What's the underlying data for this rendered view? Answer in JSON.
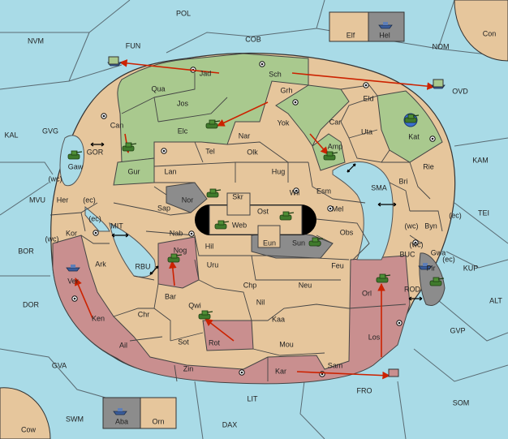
{
  "colors": {
    "sea": "#a9dbe7",
    "land": "#e6c69c",
    "green_power": "#a9c98e",
    "red_power": "#c98f8f",
    "neutral": "#8c8c8c",
    "order_arrow": "#cc2200"
  },
  "sea_labels": [
    "POL",
    "NVM",
    "FUN",
    "COB",
    "NOM",
    "OVD",
    "Con",
    "KAL",
    "GVG",
    "GOR",
    "KAM",
    "SMA",
    "TEI",
    "MVU",
    "MIT",
    "BOR",
    "RBU",
    "BUC",
    "KUP",
    "ROD",
    "DOR",
    "ALT",
    "GVP",
    "GVA",
    "FRO",
    "SOM",
    "LIT",
    "SWM",
    "DAX",
    "Cow"
  ],
  "land_labels": [
    "Elf",
    "Hel",
    "Jad",
    "Sch",
    "Qua",
    "Jos",
    "Grh",
    "Can",
    "Elc",
    "Nar",
    "Yok",
    "Car",
    "Eld",
    "Uta",
    "Kat",
    "Amp",
    "Tel",
    "Olk",
    "Gur",
    "Gaw",
    "Lan",
    "Hug",
    "Rie",
    "Bri",
    "Wil",
    "Esm",
    "Nor",
    "Skr",
    "Ost",
    "Sap",
    "Web",
    "Mel",
    "Her",
    "Byn",
    "Kor",
    "Nab",
    "Eun",
    "Sun",
    "Obs",
    "Gwa",
    "Hil",
    "Nog",
    "Ark",
    "Uru",
    "Feu",
    "Pir",
    "Ver",
    "Bar",
    "Chp",
    "Neu",
    "Orl",
    "Qwi",
    "Nil",
    "Ken",
    "Chr",
    "Kaa",
    "Ail",
    "Sot",
    "Rot",
    "Los",
    "Mou",
    "Zin",
    "Kar",
    "Sam",
    "Aba",
    "Orn"
  ],
  "coast_labels": [
    "(wc)",
    "(ec)",
    "(ec)",
    "(wc)",
    "(wc)",
    "(ec)",
    "(wc)",
    "(ec)"
  ]
}
